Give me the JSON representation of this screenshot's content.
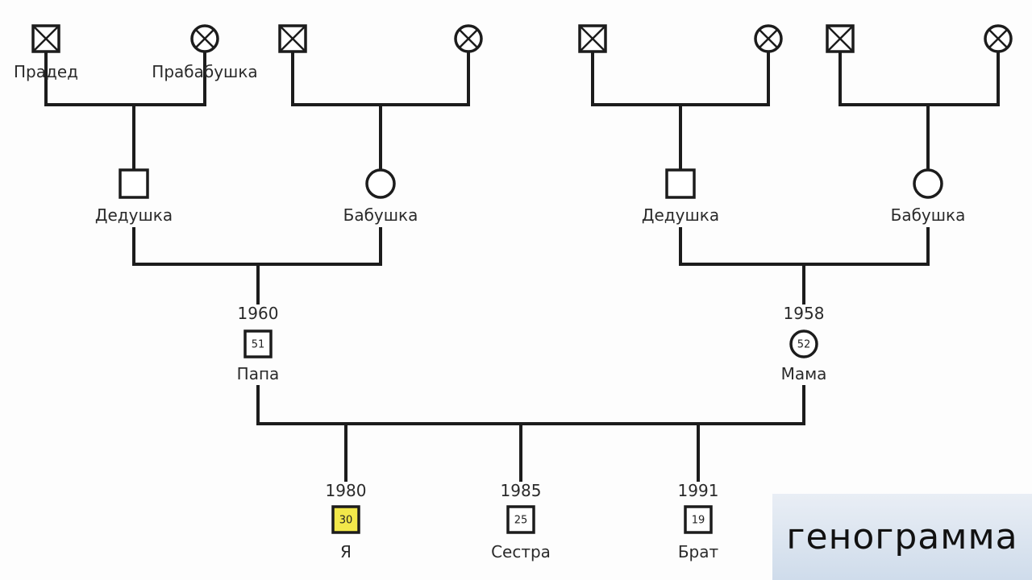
{
  "persons": [
    {
      "id": "ggf1",
      "sex": "male",
      "deceased": true,
      "label": "Прадед",
      "year": "",
      "age": ""
    },
    {
      "id": "ggm1",
      "sex": "female",
      "deceased": true,
      "label": "Прабабушка",
      "year": "",
      "age": ""
    },
    {
      "id": "ggf2",
      "sex": "male",
      "deceased": true,
      "label": "",
      "year": "",
      "age": ""
    },
    {
      "id": "ggm2",
      "sex": "female",
      "deceased": true,
      "label": "",
      "year": "",
      "age": ""
    },
    {
      "id": "ggf3",
      "sex": "male",
      "deceased": true,
      "label": "",
      "year": "",
      "age": ""
    },
    {
      "id": "ggm3",
      "sex": "female",
      "deceased": true,
      "label": "",
      "year": "",
      "age": ""
    },
    {
      "id": "ggf4",
      "sex": "male",
      "deceased": true,
      "label": "",
      "year": "",
      "age": ""
    },
    {
      "id": "ggm4",
      "sex": "female",
      "deceased": true,
      "label": "",
      "year": "",
      "age": ""
    },
    {
      "id": "gf1",
      "sex": "male",
      "deceased": false,
      "label": "Дедушка",
      "year": "",
      "age": ""
    },
    {
      "id": "gm1",
      "sex": "female",
      "deceased": false,
      "label": "Бабушка",
      "year": "",
      "age": ""
    },
    {
      "id": "gf2",
      "sex": "male",
      "deceased": false,
      "label": "Дедушка",
      "year": "",
      "age": ""
    },
    {
      "id": "gm2",
      "sex": "female",
      "deceased": false,
      "label": "Бабушка",
      "year": "",
      "age": ""
    },
    {
      "id": "father",
      "sex": "male",
      "deceased": false,
      "label": "Папа",
      "year": "1960",
      "age": "51"
    },
    {
      "id": "mother",
      "sex": "female",
      "deceased": false,
      "label": "Мама",
      "year": "1958",
      "age": "52"
    },
    {
      "id": "self",
      "sex": "male",
      "deceased": false,
      "self": true,
      "label": "Я",
      "year": "1980",
      "age": "30"
    },
    {
      "id": "sister",
      "sex": "male",
      "deceased": false,
      "label": "Сестра",
      "year": "1985",
      "age": "25"
    },
    {
      "id": "brother",
      "sex": "male",
      "deceased": false,
      "label": "Брат",
      "year": "1991",
      "age": "19"
    }
  ],
  "title": "генограмма"
}
